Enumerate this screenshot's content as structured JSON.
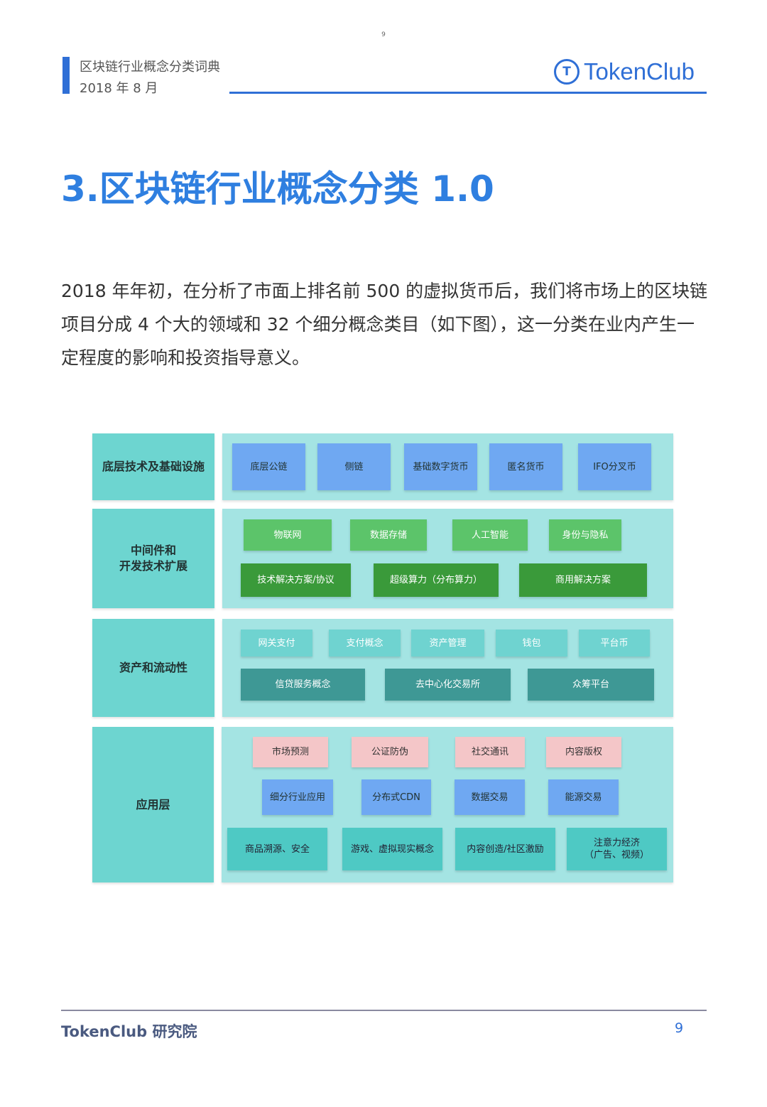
{
  "page_top_number": "9",
  "header": {
    "doc_title": "区块链行业概念分类词典",
    "date": "2018 年 8 月",
    "logo_mark": "𝕋",
    "logo_text": "TokenClub"
  },
  "section_title": "3.区块链行业概念分类 1.0",
  "paragraph": "2018 年年初，在分析了市面上排名前 500 的虚拟货币后，我们将市场上的区块链项目分成 4 个大的领域和 32 个细分概念类目（如下图），这一分类在业内产生一定程度的影响和投资指导意义。",
  "diagram": {
    "row1": {
      "label": "底层技术及基础设施",
      "items": [
        "底层公链",
        "侧链",
        "基础数字货币",
        "匿名货币",
        "IFO分叉币"
      ]
    },
    "row2": {
      "label_line1": "中间件和",
      "label_line2": "开发技术扩展",
      "items_top": [
        "物联网",
        "数据存储",
        "人工智能",
        "身份与隐私"
      ],
      "items_bottom": [
        "技术解决方案/协议",
        "超级算力（分布算力）",
        "商用解决方案"
      ]
    },
    "row3": {
      "label": "资产和流动性",
      "items_top": [
        "网关支付",
        "支付概念",
        "资产管理",
        "钱包",
        "平台币"
      ],
      "items_bottom": [
        "信贷服务概念",
        "去中心化交易所",
        "众筹平台"
      ]
    },
    "row4": {
      "label": "应用层",
      "items_top": [
        "市场预测",
        "公证防伪",
        "社交通讯",
        "内容版权"
      ],
      "items_mid": [
        "细分行业应用",
        "分布式CDN",
        "数据交易",
        "能源交易"
      ],
      "items_bottom": [
        "商品溯源、安全",
        "游戏、虚拟现实概念",
        "内容创造/社区激励"
      ],
      "items_last_line1": "注意力经济",
      "items_last_line2": "（广告、视频）"
    }
  },
  "footer": {
    "brand": "TokenClub 研究院",
    "page_number": "9"
  }
}
